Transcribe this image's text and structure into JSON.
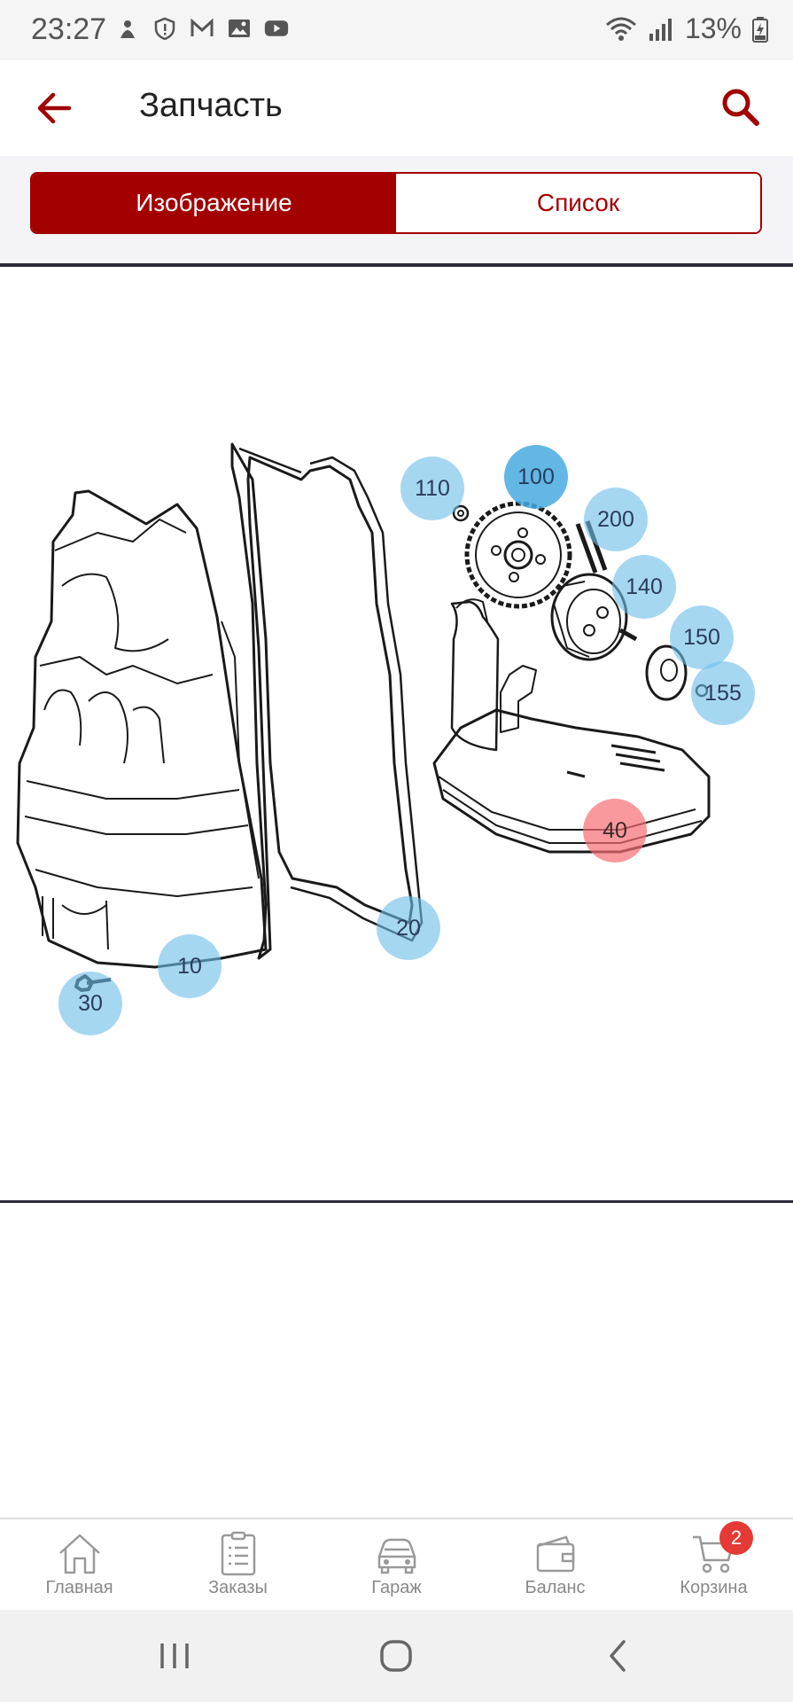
{
  "status_bar": {
    "time": "23:27",
    "battery": "13%"
  },
  "app_bar": {
    "title": "Запчасть"
  },
  "tabs": [
    {
      "label": "Изображение",
      "active": true
    },
    {
      "label": "Список",
      "active": false
    }
  ],
  "diagram": {
    "hotspots": [
      {
        "label": "110"
      },
      {
        "label": "100"
      },
      {
        "label": "200"
      },
      {
        "label": "140"
      },
      {
        "label": "150"
      },
      {
        "label": "155"
      },
      {
        "label": "40"
      },
      {
        "label": "20"
      },
      {
        "label": "10"
      },
      {
        "label": "30"
      }
    ]
  },
  "bottom_nav": {
    "items": [
      {
        "label": "Главная",
        "icon": "home-icon"
      },
      {
        "label": "Заказы",
        "icon": "orders-icon"
      },
      {
        "label": "Гараж",
        "icon": "car-icon"
      },
      {
        "label": "Баланс",
        "icon": "wallet-icon"
      },
      {
        "label": "Корзина",
        "icon": "cart-icon"
      }
    ],
    "cart_badge": "2"
  },
  "colors": {
    "accent": "#a30000",
    "hotspot": "#70bee8",
    "hotspot_selected": "#f66e73",
    "badge": "#e53935"
  }
}
